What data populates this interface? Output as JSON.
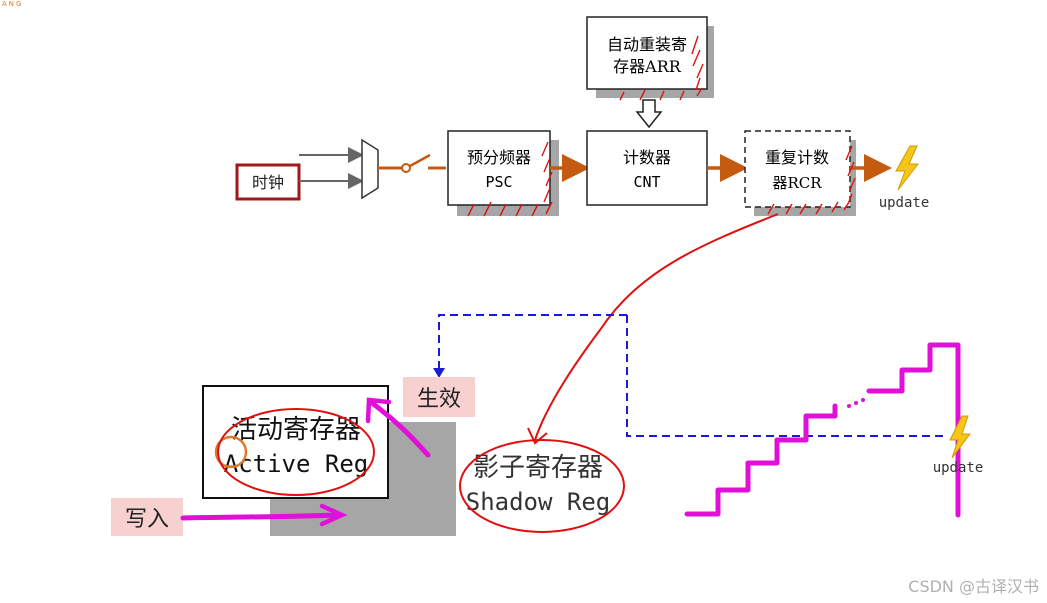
{
  "blocks": {
    "arr": {
      "line1": "自动重装寄",
      "line2": "存器ARR"
    },
    "clock": {
      "label": "时钟"
    },
    "psc": {
      "line1": "预分频器",
      "line2": "PSC"
    },
    "cnt": {
      "line1": "计数器",
      "line2": "CNT"
    },
    "rcr": {
      "line1": "重复计数",
      "line2": "器RCR"
    }
  },
  "update_top": "update",
  "update_bottom": "update",
  "active_reg": {
    "zh": "活动寄存器",
    "en": "Active Reg"
  },
  "shadow_reg": {
    "zh": "影子寄存器",
    "en": "Shadow Reg"
  },
  "effect_label": "生效",
  "write_label": "写入",
  "watermark": "CSDN @古译汉书",
  "corner_mark": "ANG",
  "colors": {
    "dark_red": "#a01818",
    "orange_arrow": "#c55a11",
    "ink_red": "#e01010",
    "magenta": "#e010d8",
    "blue_dash": "#1a1ad8",
    "pink_label": "#f7d0d0",
    "shadow_gray": "#a6a6a6"
  }
}
